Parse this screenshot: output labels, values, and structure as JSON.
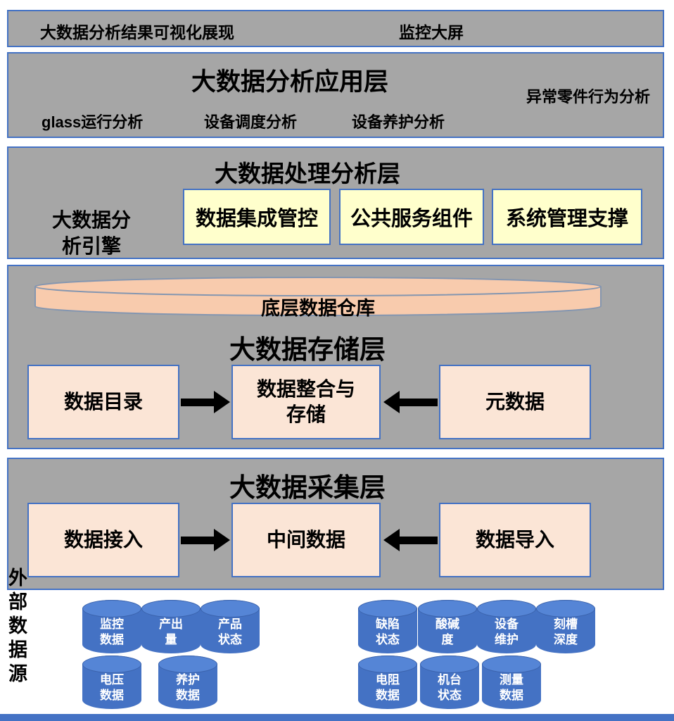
{
  "top_bar": {
    "left_label": "大数据分析结果可视化展现",
    "right_label": "监控大屏"
  },
  "application_layer": {
    "title": "大数据分析应用层",
    "side_note": "异常零件行为分析",
    "items": [
      "glass运行分析",
      "设备调度分析",
      "设备养护分析"
    ]
  },
  "processing_layer": {
    "title": "大数据处理分析层",
    "engine_label": "大数据分\n析引擎",
    "components": [
      "数据集成管控",
      "公共服务组件",
      "系统管理支撑"
    ]
  },
  "storage_layer": {
    "title": "大数据存储层",
    "warehouse_label": "底层数据仓库",
    "left_box": "数据目录",
    "center_box": "数据整合与\n存储",
    "right_box": "元数据"
  },
  "collection_layer": {
    "title": "大数据采集层",
    "left_box": "数据接入",
    "center_box": "中间数据",
    "right_box": "数据导入"
  },
  "external_sources": {
    "side_label": "外部数据源",
    "group1_row1": [
      "监控\n数据",
      "产出\n量",
      "产品\n状态"
    ],
    "group1_row2": [
      "电压\n数据",
      "养护\n数据"
    ],
    "group2_row1": [
      "缺陷\n状态",
      "酸碱\n度",
      "设备\n维护",
      "刻槽\n深度"
    ],
    "group2_row2": [
      "电阻\n数据",
      "机台\n状态",
      "测量\n数据"
    ]
  },
  "colors": {
    "layer_background": "#a6a6a6",
    "layer_border": "#4472c4",
    "component_box_fill": "#ffffcc",
    "data_box_fill": "#fbe5d6",
    "warehouse_fill": "#f8cbad",
    "warehouse_stroke": "#8496b0",
    "cylinder_fill": "#4472c4",
    "arrow_color": "#000000",
    "bottom_bar": "#4472c4"
  }
}
